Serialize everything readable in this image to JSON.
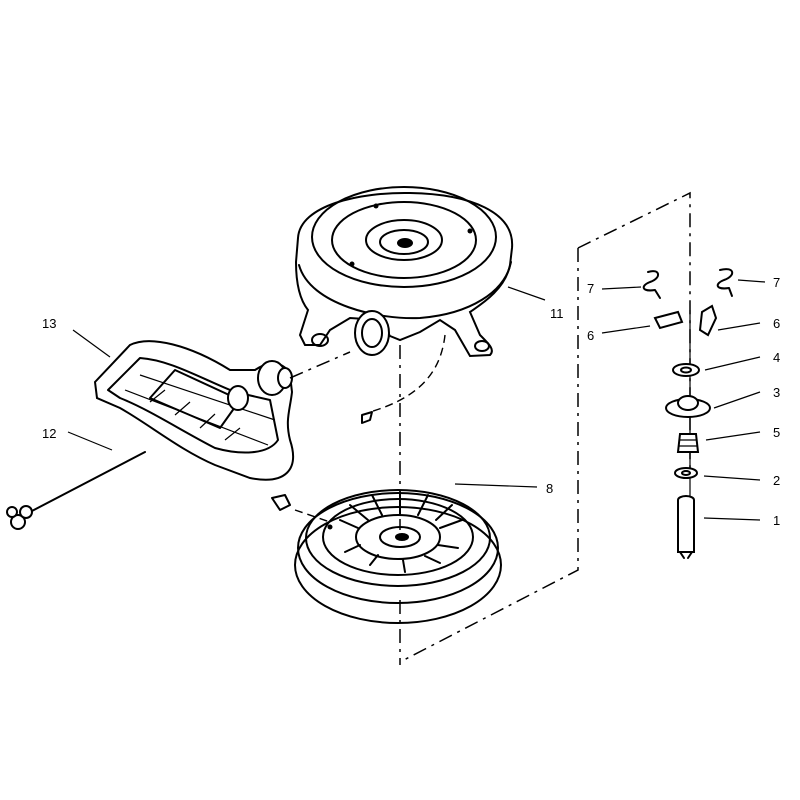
{
  "diagram": {
    "callouts": [
      {
        "id": "1",
        "text": "1"
      },
      {
        "id": "2",
        "text": "2"
      },
      {
        "id": "3",
        "text": "3"
      },
      {
        "id": "4",
        "text": "4"
      },
      {
        "id": "5",
        "text": "5"
      },
      {
        "id": "6a",
        "text": "6"
      },
      {
        "id": "6b",
        "text": "6"
      },
      {
        "id": "7a",
        "text": "7"
      },
      {
        "id": "7b",
        "text": "7"
      },
      {
        "id": "8",
        "text": "8"
      },
      {
        "id": "11",
        "text": "11"
      },
      {
        "id": "12",
        "text": "12"
      },
      {
        "id": "13",
        "text": "13"
      }
    ]
  }
}
